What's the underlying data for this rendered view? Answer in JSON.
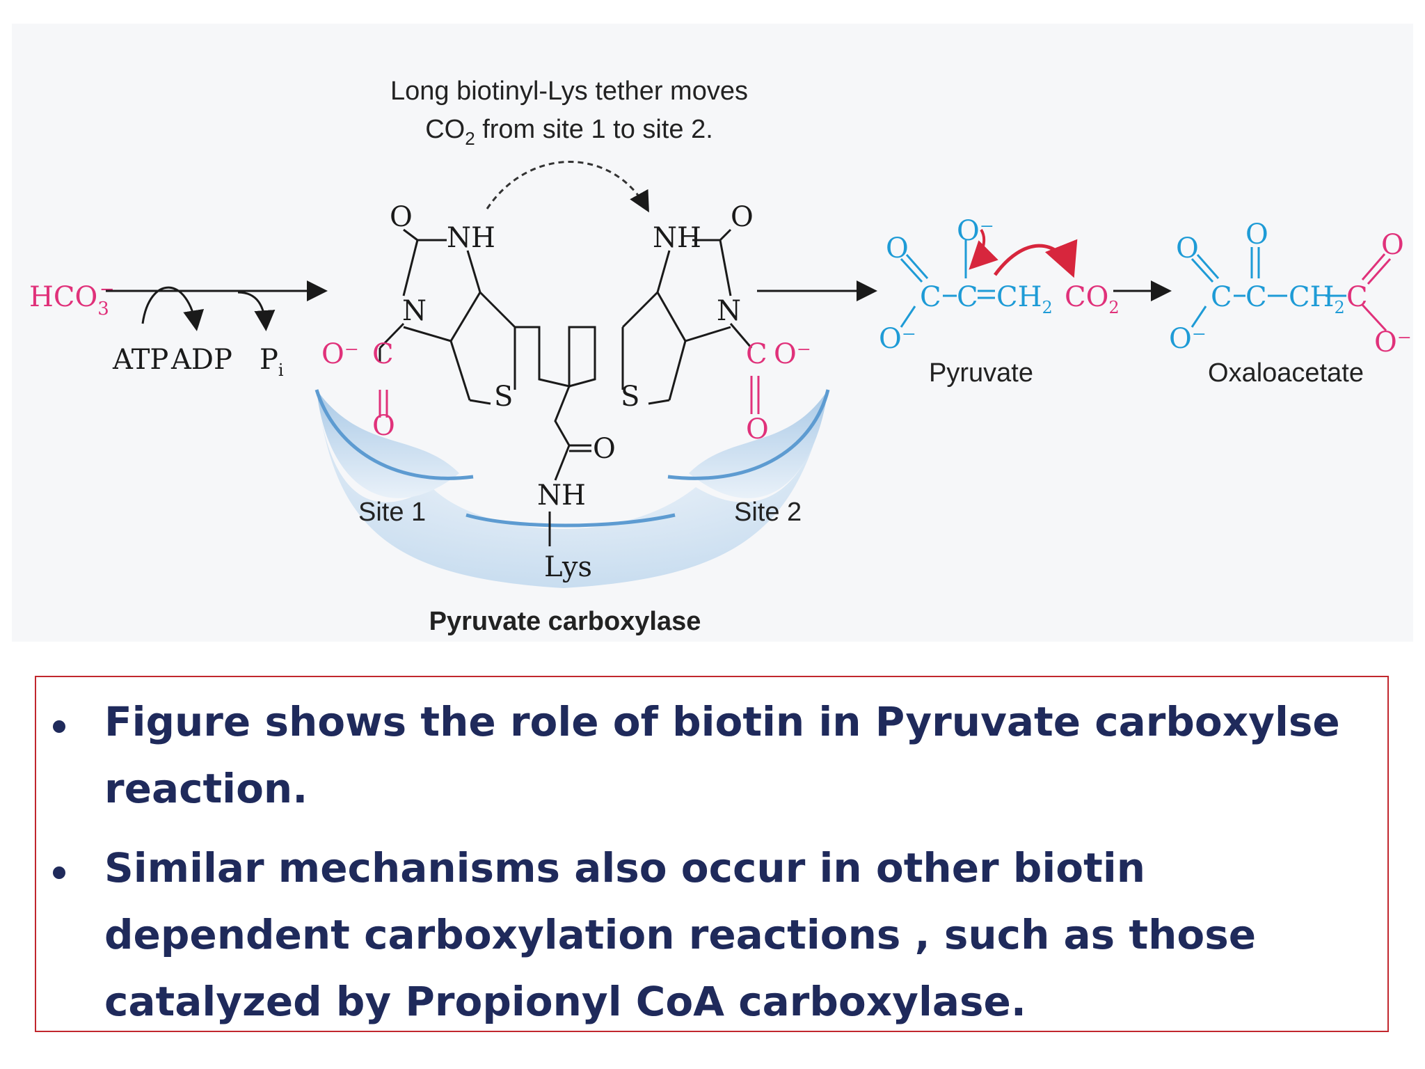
{
  "figure": {
    "tether_note_line1": "Long biotinyl-Lys tether moves",
    "tether_note_line2_pre": "CO",
    "tether_note_line2_sub": "2",
    "tether_note_line2_post": " from site 1 to site 2.",
    "bicarbonate": "HCO",
    "bicarbonate_sub": "3",
    "bicarbonate_sup": "−",
    "atp": "ATP",
    "adp": "ADP",
    "pi": "P",
    "pi_sub": "i",
    "site1": "Site 1",
    "site2": "Site 2",
    "enzyme": "Pyruvate carboxylase",
    "lys": "Lys",
    "nh": "NH",
    "n": "N",
    "s": "S",
    "o": "O",
    "c": "C",
    "o_minus": "O⁻",
    "pyruvate": "Pyruvate",
    "oxaloacetate": "Oxaloacetate",
    "co2": "CO",
    "co2_sub": "2",
    "ch2": "CH",
    "ch2_sub": "2",
    "colors": {
      "pink": "#e0317a",
      "blue": "#1e9bd6",
      "red_arrow": "#d7263d",
      "text_navy": "#1f2a5b",
      "box_border": "#c1272d"
    }
  },
  "bullets": [
    "Figure shows the role of biotin in Pyruvate carboxylse reaction.",
    "Similar mechanisms also occur in other biotin dependent carboxylation reactions , such as those catalyzed by Propionyl CoA carboxylase."
  ]
}
